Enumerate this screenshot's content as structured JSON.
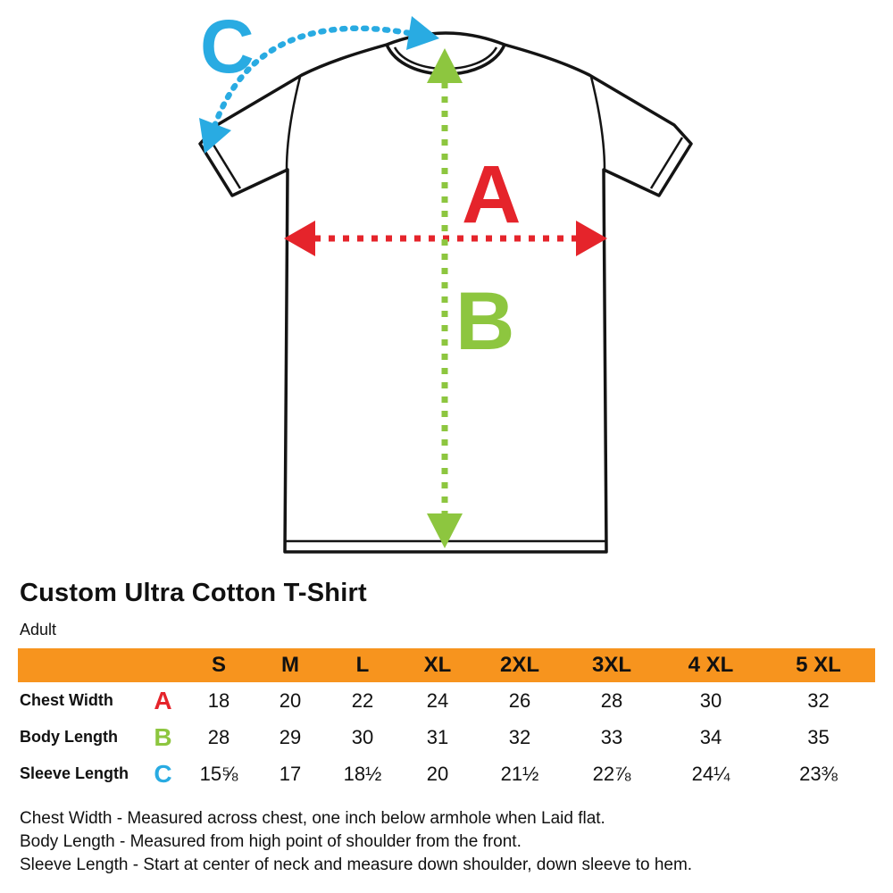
{
  "diagram": {
    "labels": {
      "a": "A",
      "b": "B",
      "c": "C"
    },
    "colors": {
      "a": "#e5242b",
      "b": "#8dc63f",
      "c": "#29abe2"
    }
  },
  "title": "Custom Ultra Cotton T-Shirt",
  "subtitle": "Adult",
  "chart_data": {
    "type": "table",
    "title": "Custom Ultra Cotton T-Shirt",
    "group": "Adult",
    "header_color": "#f7941e",
    "columns": [
      "S",
      "M",
      "L",
      "XL",
      "2XL",
      "3XL",
      "4 XL",
      "5 XL"
    ],
    "rows": [
      {
        "label": "Chest Width",
        "letter": "A",
        "letter_color": "#e5242b",
        "values": [
          "18",
          "20",
          "22",
          "24",
          "26",
          "28",
          "30",
          "32"
        ]
      },
      {
        "label": "Body Length",
        "letter": "B",
        "letter_color": "#8dc63f",
        "values": [
          "28",
          "29",
          "30",
          "31",
          "32",
          "33",
          "34",
          "35"
        ]
      },
      {
        "label": "Sleeve Length",
        "letter": "C",
        "letter_color": "#29abe2",
        "values": [
          "15⅝",
          "17",
          "18½",
          "20",
          "21½",
          "22⅞",
          "24¼",
          "23⅜"
        ]
      }
    ]
  },
  "notes": [
    "Chest Width - Measured across chest, one inch below armhole when Laid flat.",
    "Body Length - Measured from high point of shoulder from the front.",
    "Sleeve Length - Start at center of neck and measure down shoulder, down sleeve to hem."
  ]
}
